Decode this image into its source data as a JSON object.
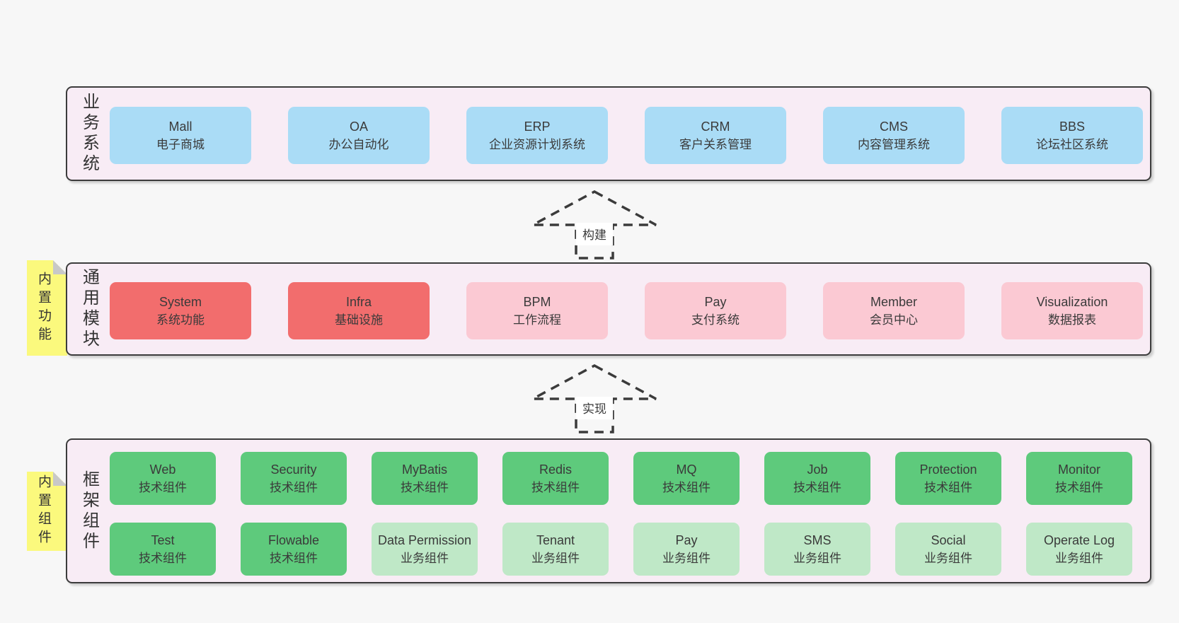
{
  "colors": {
    "page_bg": "#f7f7f7",
    "panel_bg": "#f8ecf5",
    "panel_border": "#3c3c3c",
    "blue": "#aadcf6",
    "red": "#f26d6d",
    "pink": "#fbc9d3",
    "green": "#5eca7c",
    "light_green": "#bfe8c7",
    "sticky_yellow": "#fbf97d",
    "fold_gray": "#c8c8c8",
    "arrow": "#3b3b3b",
    "arrow_label_bg": "#ffffff",
    "text": "#3a3a3a"
  },
  "sections": [
    {
      "label": "业务系统",
      "sticky": null,
      "rows": [
        [
          {
            "en": "Mall",
            "zh": "电子商城",
            "color": "blue"
          },
          {
            "en": "OA",
            "zh": "办公自动化",
            "color": "blue"
          },
          {
            "en": "ERP",
            "zh": "企业资源计划系统",
            "color": "blue"
          },
          {
            "en": "CRM",
            "zh": "客户关系管理",
            "color": "blue"
          },
          {
            "en": "CMS",
            "zh": "内容管理系统",
            "color": "blue"
          },
          {
            "en": "BBS",
            "zh": "论坛社区系统",
            "color": "blue"
          }
        ]
      ]
    },
    {
      "label": "通用模块",
      "sticky": "内置功能",
      "rows": [
        [
          {
            "en": "System",
            "zh": "系统功能",
            "color": "red"
          },
          {
            "en": "Infra",
            "zh": "基础设施",
            "color": "red"
          },
          {
            "en": "BPM",
            "zh": "工作流程",
            "color": "pink"
          },
          {
            "en": "Pay",
            "zh": "支付系统",
            "color": "pink"
          },
          {
            "en": "Member",
            "zh": "会员中心",
            "color": "pink"
          },
          {
            "en": "Visualization",
            "zh": "数据报表",
            "color": "pink"
          }
        ]
      ]
    },
    {
      "label": "框架组件",
      "sticky": "内置组件",
      "rows": [
        [
          {
            "en": "Web",
            "zh": "技术组件",
            "color": "green"
          },
          {
            "en": "Security",
            "zh": "技术组件",
            "color": "green"
          },
          {
            "en": "MyBatis",
            "zh": "技术组件",
            "color": "green"
          },
          {
            "en": "Redis",
            "zh": "技术组件",
            "color": "green"
          },
          {
            "en": "MQ",
            "zh": "技术组件",
            "color": "green"
          },
          {
            "en": "Job",
            "zh": "技术组件",
            "color": "green"
          },
          {
            "en": "Protection",
            "zh": "技术组件",
            "color": "green"
          },
          {
            "en": "Monitor",
            "zh": "技术组件",
            "color": "green"
          }
        ],
        [
          {
            "en": "Test",
            "zh": "技术组件",
            "color": "green"
          },
          {
            "en": "Flowable",
            "zh": "技术组件",
            "color": "green"
          },
          {
            "en": "Data Permission",
            "zh": "业务组件",
            "color": "light_green"
          },
          {
            "en": "Tenant",
            "zh": "业务组件",
            "color": "light_green"
          },
          {
            "en": "Pay",
            "zh": "业务组件",
            "color": "light_green"
          },
          {
            "en": "SMS",
            "zh": "业务组件",
            "color": "light_green"
          },
          {
            "en": "Social",
            "zh": "业务组件",
            "color": "light_green"
          },
          {
            "en": "Operate Log",
            "zh": "业务组件",
            "color": "light_green"
          }
        ]
      ]
    }
  ],
  "arrows": [
    {
      "label": "构建"
    },
    {
      "label": "实现"
    }
  ]
}
